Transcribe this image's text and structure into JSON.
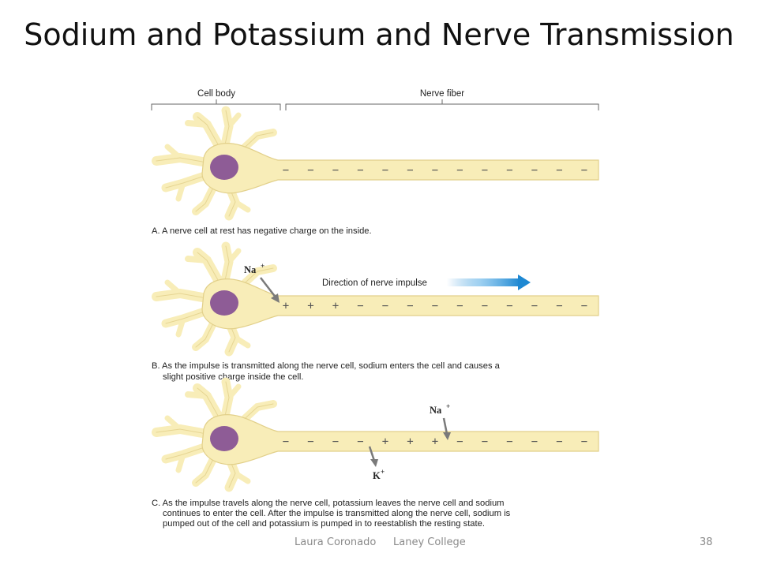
{
  "slide": {
    "title": "Sodium and Potassium and Nerve Transmission",
    "footer_author": "Laura Coronado",
    "footer_college": "Laney College",
    "page_number": "38"
  },
  "diagram": {
    "region_labels": {
      "cell_body": "Cell body",
      "nerve_fiber": "Nerve fiber"
    },
    "colors": {
      "cell": "#F8EDB8",
      "cell_outline": "#E2D08A",
      "nucleus": "#8E5C96",
      "arrow": "#7A7A7A",
      "impulse_arrow": "#1E88D2"
    },
    "panel_a": {
      "caption": "A. A nerve cell at rest has negative charge on the inside.",
      "charges": [
        "−",
        "−",
        "−",
        "−",
        "−",
        "−",
        "−",
        "−",
        "−",
        "−",
        "−",
        "−",
        "−"
      ]
    },
    "panel_b": {
      "caption_line1": "B. As the impulse is transmitted along the nerve cell, sodium enters the cell and causes a",
      "caption_line2": "slight positive charge inside the cell.",
      "ion_label": "Na",
      "ion_charge": "+",
      "impulse_label": "Direction of nerve impulse",
      "charges": [
        "+",
        "+",
        "+",
        "−",
        "−",
        "−",
        "−",
        "−",
        "−",
        "−",
        "−",
        "−",
        "−"
      ]
    },
    "panel_c": {
      "caption_line1": "C. As the impulse travels along the nerve cell, potassium leaves the nerve cell and sodium",
      "caption_line2": "continues to enter the cell. After the impulse is transmitted along the nerve cell, sodium is",
      "caption_line3": "pumped out of the cell and potassium is pumped in to reestablish the resting state.",
      "na_label": "Na",
      "na_charge": "+",
      "k_label": "K",
      "k_charge": "+",
      "charges": [
        "−",
        "−",
        "−",
        "−",
        "+",
        "+",
        "+",
        "−",
        "−",
        "−",
        "−",
        "−",
        "−"
      ]
    }
  }
}
